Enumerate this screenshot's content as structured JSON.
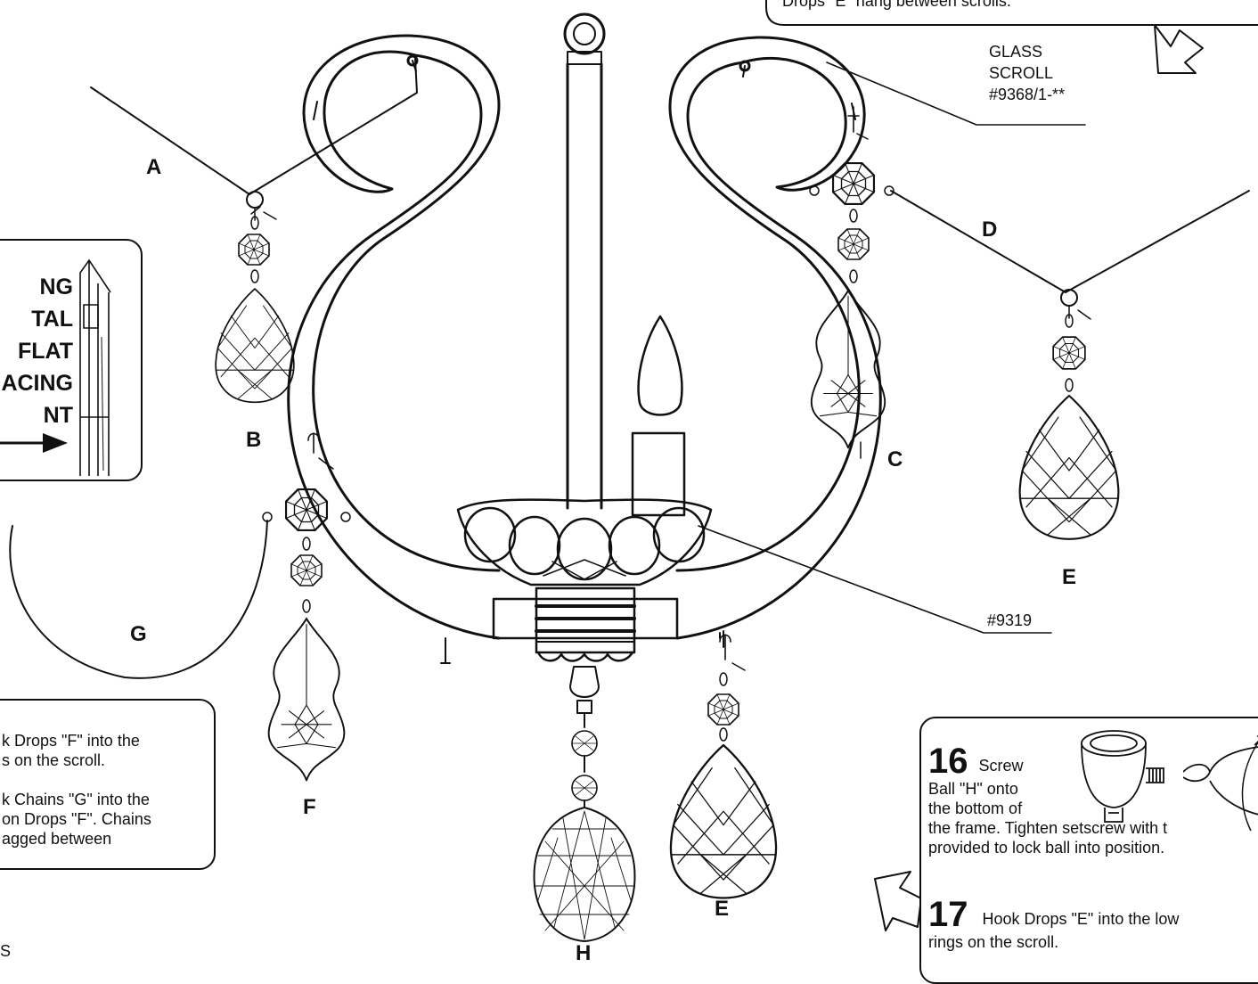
{
  "top_note": "Drops \"E\" hang between scrolls.",
  "labels": {
    "A": "A",
    "B": "B",
    "C": "C",
    "D": "D",
    "E1": "E",
    "E2": "E",
    "F": "F",
    "G": "G",
    "H": "H"
  },
  "parts": {
    "scroll": {
      "line1": "GLASS",
      "line2": "SCROLL",
      "line3": "#9368/1-**"
    },
    "bobeche": "#9319"
  },
  "left_panel": {
    "lines": [
      "NG",
      "TAL",
      "FLAT",
      "ACING",
      "NT"
    ]
  },
  "left_steps": {
    "line1": "k Drops \"F\" into the",
    "line2": "s on the scroll.",
    "line3": "k Chains \"G\" into the",
    "line4": "on Drops \"F\". Chains",
    "line5": "agged between"
  },
  "bottom_left_fragment": "S",
  "steps": [
    {
      "number": "16",
      "word": "Screw",
      "line2": "Ball \"H\" onto",
      "line3": "the bottom of",
      "line4": "the frame. Tighten setscrew with t",
      "line5": "provided to lock ball into position."
    },
    {
      "number": "17",
      "line1": "Hook Drops \"E\" into the low",
      "line2": "rings on the scroll."
    }
  ]
}
